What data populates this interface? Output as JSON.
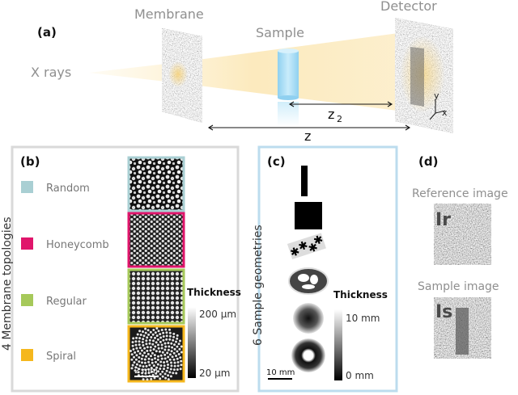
{
  "colors": {
    "random": "#a9cfd3",
    "honeycomb": "#e0156b",
    "regular": "#a6c95a",
    "spiral": "#f5b71d",
    "panel_b_border": "#d9d9d9",
    "panel_c_border": "#bcdcee",
    "beam": "#fbe7b5",
    "sample": "#a9dcf6",
    "label_gray": "#8f8f8f"
  },
  "panel_a": {
    "label": "(a)",
    "membrane": "Membrane",
    "sample": "Sample",
    "detector": "Detector",
    "xrays": "X rays",
    "z2_base": "z",
    "z2_sub": "2",
    "z": "z",
    "axis_y": "y",
    "axis_x": "x"
  },
  "panel_b": {
    "label": "(b)",
    "vertical_title": "4 Membrane topologies",
    "legend": [
      {
        "label": "Random",
        "color": "#a9cfd3"
      },
      {
        "label": "Honeycomb",
        "color": "#e0156b"
      },
      {
        "label": "Regular",
        "color": "#a6c95a"
      },
      {
        "label": "Spiral",
        "color": "#f5b71d"
      }
    ],
    "thickness_title": "Thickness",
    "thickness_max": "200 µm",
    "thickness_min": "20 µm",
    "scale_bar": "2 mm"
  },
  "panel_c": {
    "label": "(c)",
    "vertical_title": "6 Sample geometries",
    "thickness_title": "Thickness",
    "thickness_max": "10 mm",
    "thickness_min": "0 mm",
    "scale_bar": "10 mm"
  },
  "panel_d": {
    "label": "(d)",
    "reference_title": "Reference image",
    "reference_tag": "Ir",
    "sample_title": "Sample image",
    "sample_tag": "Is"
  }
}
